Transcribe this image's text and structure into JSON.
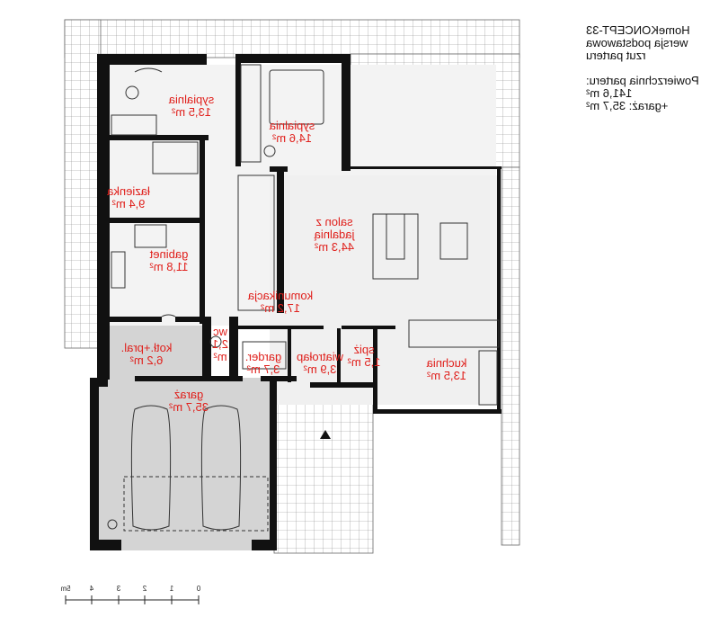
{
  "info": {
    "project": "HomeKONCEPT-33",
    "version": "wersja podstawowa",
    "view": "rzut parteru",
    "area_label": "Powierzchnia parteru:",
    "area_value": "141,6 m²",
    "garage_value": "+garaż: 35,7 m²"
  },
  "rooms": [
    {
      "name": "sypialnia",
      "area": "13,5 m²"
    },
    {
      "name": "sypialnia",
      "area": "14,6 m²"
    },
    {
      "name": "łazienka",
      "area": "9,4 m²"
    },
    {
      "name": "gabinet",
      "area": "11,8 m²"
    },
    {
      "name": "salon z jadalnią",
      "area": "44,3 m²"
    },
    {
      "name": "komunikacja",
      "area": "17,2 m²"
    },
    {
      "name": "wc",
      "area": "2,1 m²"
    },
    {
      "name": "kotł.+pral.",
      "area": "6,2 m²"
    },
    {
      "name": "garder.",
      "area": "3,7 m²"
    },
    {
      "name": "wiatrołap",
      "area": "3,9 m²"
    },
    {
      "name": "spiż",
      "area": "1,5 m²"
    },
    {
      "name": "kuchnia",
      "area": "13,5 m²"
    },
    {
      "name": "garaż",
      "area": "35,7 m²"
    }
  ],
  "scale": [
    "0",
    "1",
    "2",
    "3",
    "4",
    "5m"
  ],
  "colors": {
    "label": "#e0201c",
    "wall": "#111111",
    "fill": "#d4d4d4"
  }
}
